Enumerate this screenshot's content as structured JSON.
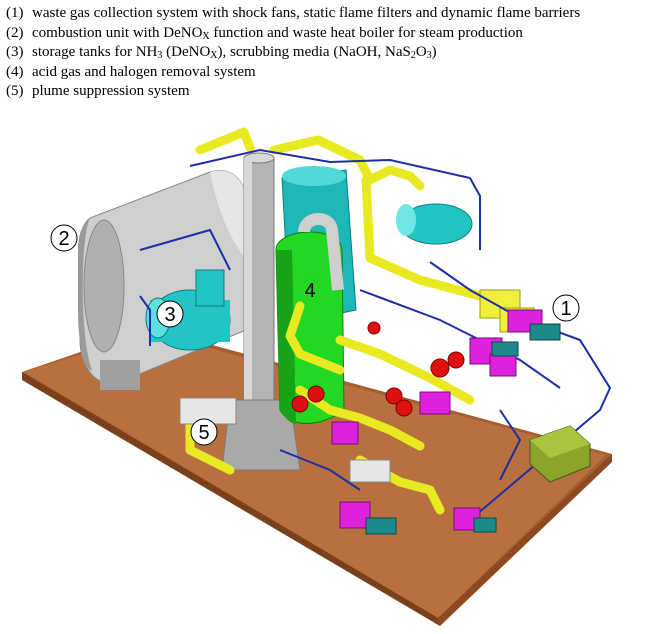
{
  "legend": [
    {
      "num": "(1)",
      "parts": [
        {
          "t": "waste gas collection system with shock fans, static flame filters and dynamic flame barriers"
        }
      ]
    },
    {
      "num": "(2)",
      "parts": [
        {
          "t": "combustion unit with DeNO"
        },
        {
          "t": "X",
          "sub": true
        },
        {
          "t": " function and waste heat boiler for steam production"
        }
      ]
    },
    {
      "num": "(3)",
      "parts": [
        {
          "t": "storage tanks for NH"
        },
        {
          "t": "3",
          "sub": true
        },
        {
          "t": " (DeNO"
        },
        {
          "t": "X",
          "sub": true
        },
        {
          "t": "), scrubbing media (NaOH, NaS"
        },
        {
          "t": "2",
          "sub": true
        },
        {
          "t": "O"
        },
        {
          "t": "3",
          "sub": true
        },
        {
          "t": ")"
        }
      ]
    },
    {
      "num": "(4)",
      "parts": [
        {
          "t": "acid gas and halogen removal system"
        }
      ]
    },
    {
      "num": "(5)",
      "parts": [
        {
          "t": "plume suppression system"
        }
      ]
    }
  ],
  "callouts": [
    {
      "id": "1",
      "label": "1"
    },
    {
      "id": "2",
      "label": "2"
    },
    {
      "id": "3",
      "label": "3"
    },
    {
      "id": "4",
      "label": "4"
    },
    {
      "id": "5",
      "label": "5"
    }
  ],
  "colors": {
    "base_platform": "#b5683a",
    "boiler_gray": "#c9c9c9",
    "scrubber_green": "#22dd22",
    "tank_cyan": "#22c4c4",
    "pipe_yellow": "#f2f226",
    "pipe_blue": "#1a2fa8",
    "pump_magenta": "#dd22dd",
    "valve_red": "#dd1111",
    "module_olive": "#8aa52a"
  }
}
